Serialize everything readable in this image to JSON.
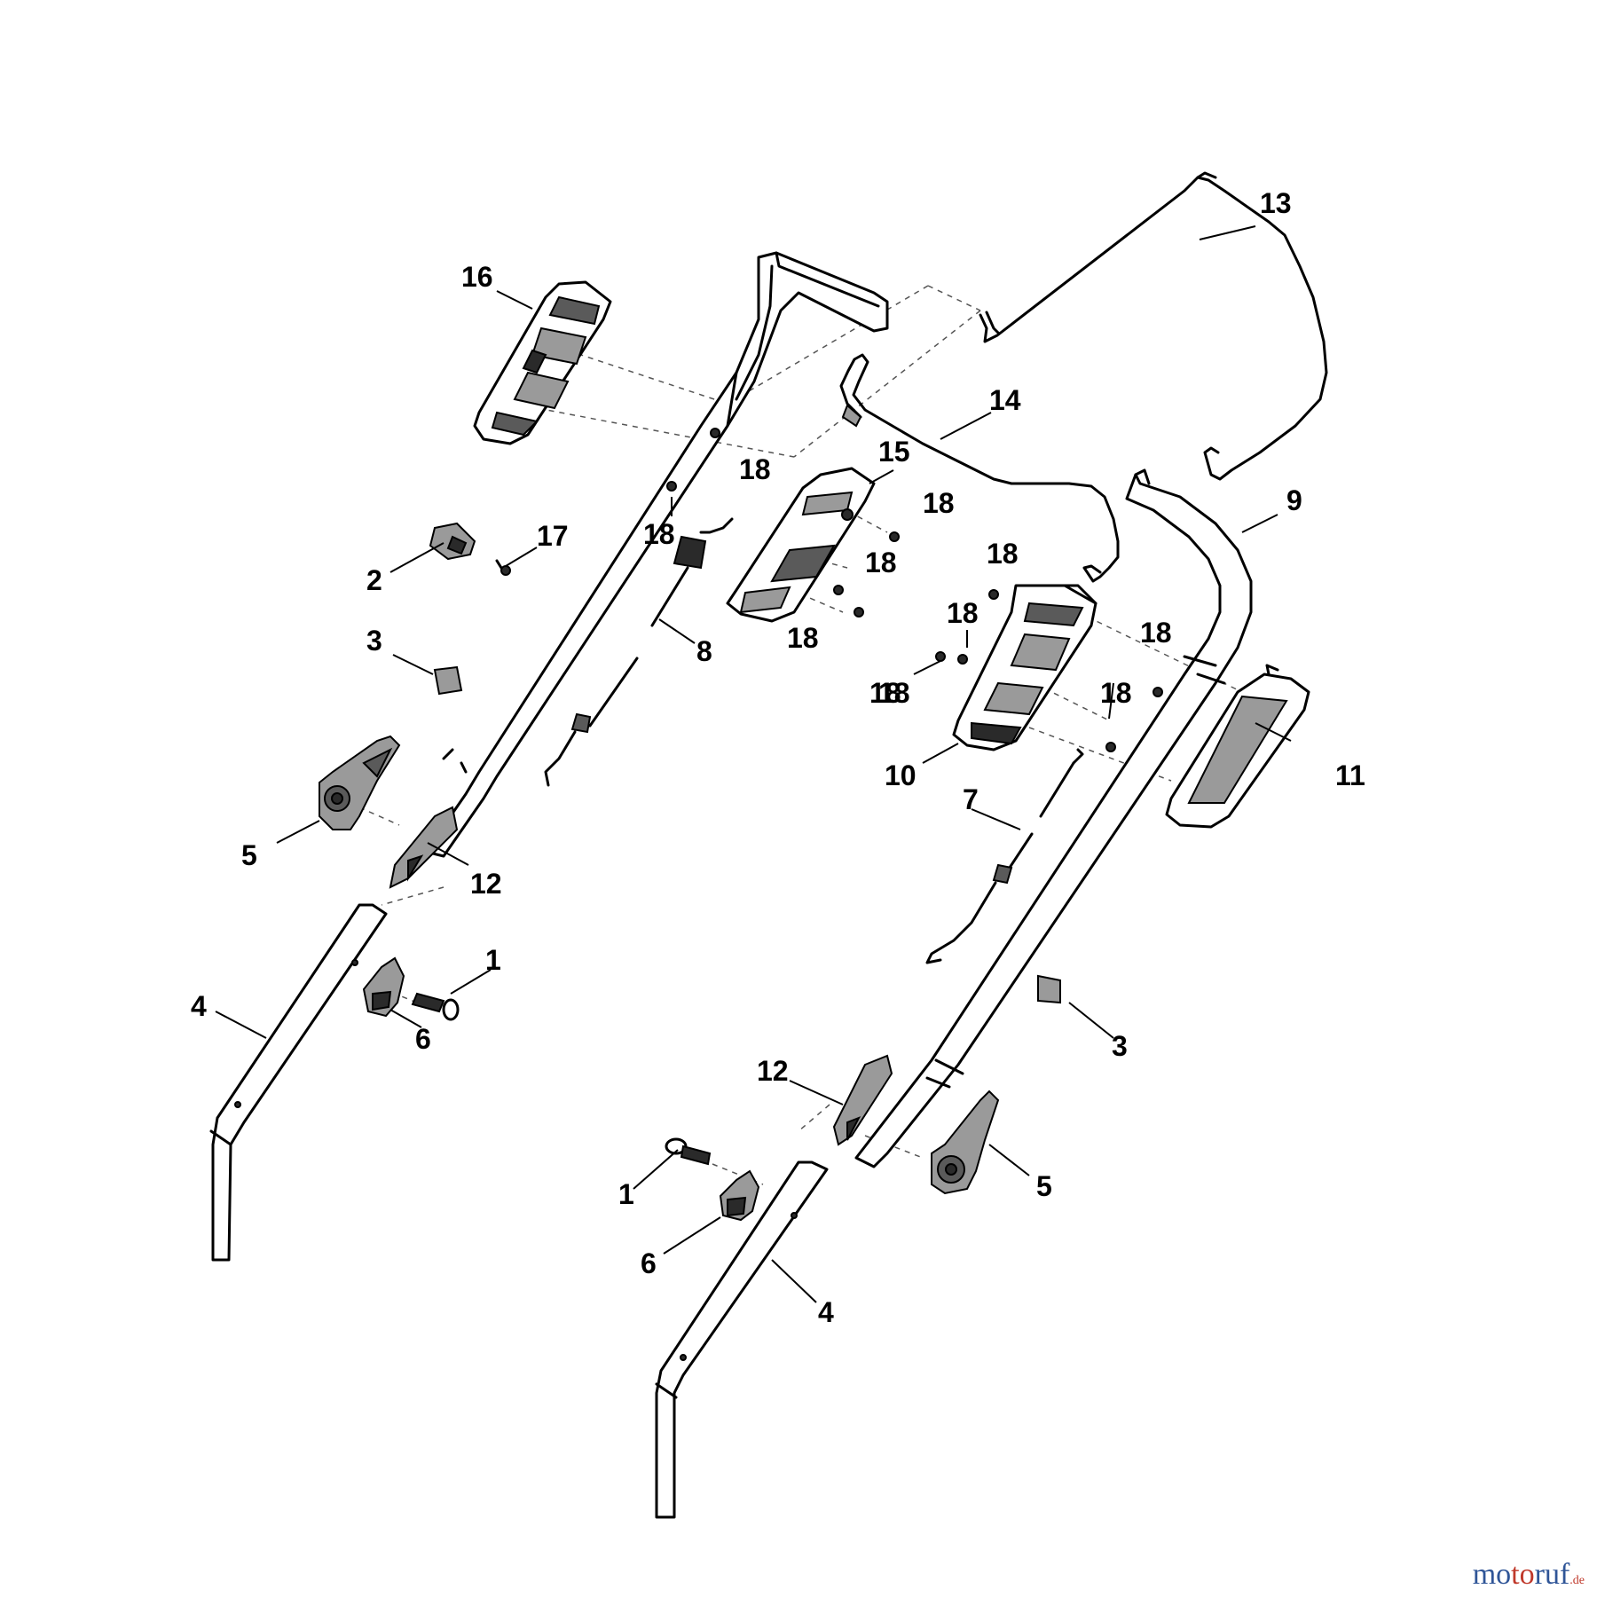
{
  "diagram": {
    "callouts": [
      {
        "id": "c13",
        "label": "13"
      },
      {
        "id": "c16",
        "label": "16"
      },
      {
        "id": "c14",
        "label": "14"
      },
      {
        "id": "c18a",
        "label": "18"
      },
      {
        "id": "c15",
        "label": "15"
      },
      {
        "id": "c9",
        "label": "9"
      },
      {
        "id": "c18b",
        "label": "18"
      },
      {
        "id": "c17",
        "label": "17"
      },
      {
        "id": "c18c",
        "label": "18"
      },
      {
        "id": "c18d",
        "label": "18"
      },
      {
        "id": "c2",
        "label": "2"
      },
      {
        "id": "c18e",
        "label": "18"
      },
      {
        "id": "c18f",
        "label": "18"
      },
      {
        "id": "c3a",
        "label": "3"
      },
      {
        "id": "c8",
        "label": "8"
      },
      {
        "id": "c18g",
        "label": "18"
      },
      {
        "id": "c18h",
        "label": "18"
      },
      {
        "id": "c18i",
        "label": "18"
      },
      {
        "id": "c18j",
        "label": "18"
      },
      {
        "id": "c18k",
        "label": "18"
      },
      {
        "id": "c10",
        "label": "10"
      },
      {
        "id": "c11",
        "label": "11"
      },
      {
        "id": "c7",
        "label": "7"
      },
      {
        "id": "c5a",
        "label": "5"
      },
      {
        "id": "c12a",
        "label": "12"
      },
      {
        "id": "c1a",
        "label": "1"
      },
      {
        "id": "c4a",
        "label": "4"
      },
      {
        "id": "c6a",
        "label": "6"
      },
      {
        "id": "c3b",
        "label": "3"
      },
      {
        "id": "c12b",
        "label": "12"
      },
      {
        "id": "c1b",
        "label": "1"
      },
      {
        "id": "c5b",
        "label": "5"
      },
      {
        "id": "c6b",
        "label": "6"
      },
      {
        "id": "c4b",
        "label": "4"
      }
    ]
  },
  "watermark": {
    "part1": "mo",
    "part2": "to",
    "part3": "ruf",
    "tld": ".de"
  }
}
